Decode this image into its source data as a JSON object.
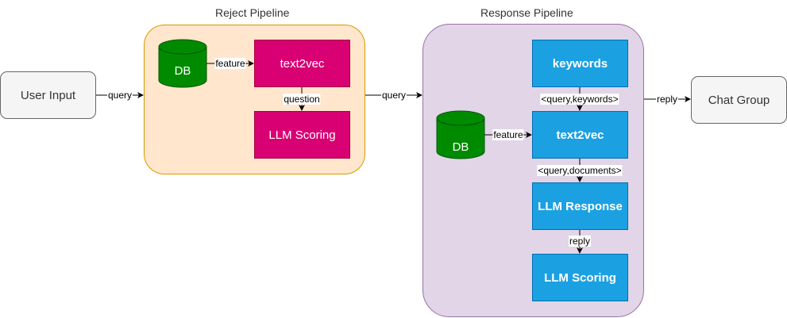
{
  "nodes": {
    "user_input": "User Input",
    "chat_group": "Chat Group",
    "reject_db": "DB",
    "reject_text2vec": "text2vec",
    "reject_llm_scoring": "LLM Scoring",
    "response_keywords": "keywords",
    "response_db": "DB",
    "response_text2vec": "text2vec",
    "response_llm_response": "LLM Response",
    "response_llm_scoring": "LLM Scoring"
  },
  "groups": {
    "reject_title": "Reject Pipeline",
    "response_title": "Response Pipeline"
  },
  "edges": {
    "input_to_reject": "query",
    "reject_db_to_text2vec": "feature",
    "reject_text2vec_to_scoring": "question",
    "reject_to_response": "query",
    "keywords_to_text2vec": "<query,keywords>",
    "response_db_to_text2vec": "feature",
    "text2vec_to_llm_response": "<query,documents>",
    "llm_response_to_scoring": "reply",
    "response_to_chat": "reply"
  },
  "colors": {
    "reject_fill": "#ffe6cc",
    "reject_stroke": "#d79b00",
    "response_fill": "#e1d5e7",
    "response_stroke": "#9673a6",
    "pink": "#d80073",
    "blue": "#1ba1e2",
    "db_green": "#008a00"
  }
}
